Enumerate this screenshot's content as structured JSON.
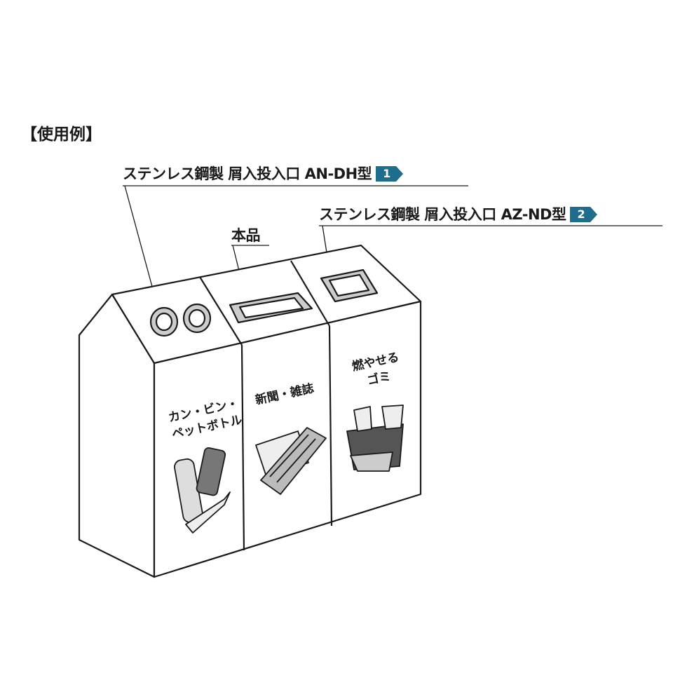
{
  "heading": "【使用例】",
  "callouts": [
    {
      "label": "ステンレス鋼製 屑入投入口 AN-DH型",
      "badge": "1"
    },
    {
      "label": "ステンレス鋼製 屑入投入口 AZ-ND型",
      "badge": "2"
    },
    {
      "label": "本品"
    }
  ],
  "panels": [
    {
      "line1": "カン・ビン・",
      "line2": "ペットボトル"
    },
    {
      "line1": "新聞・雑誌"
    },
    {
      "line1": "燃やせる",
      "line2": "ゴミ"
    }
  ],
  "colors": {
    "badge": "#1f6d8c",
    "line": "#1a1a1a"
  }
}
